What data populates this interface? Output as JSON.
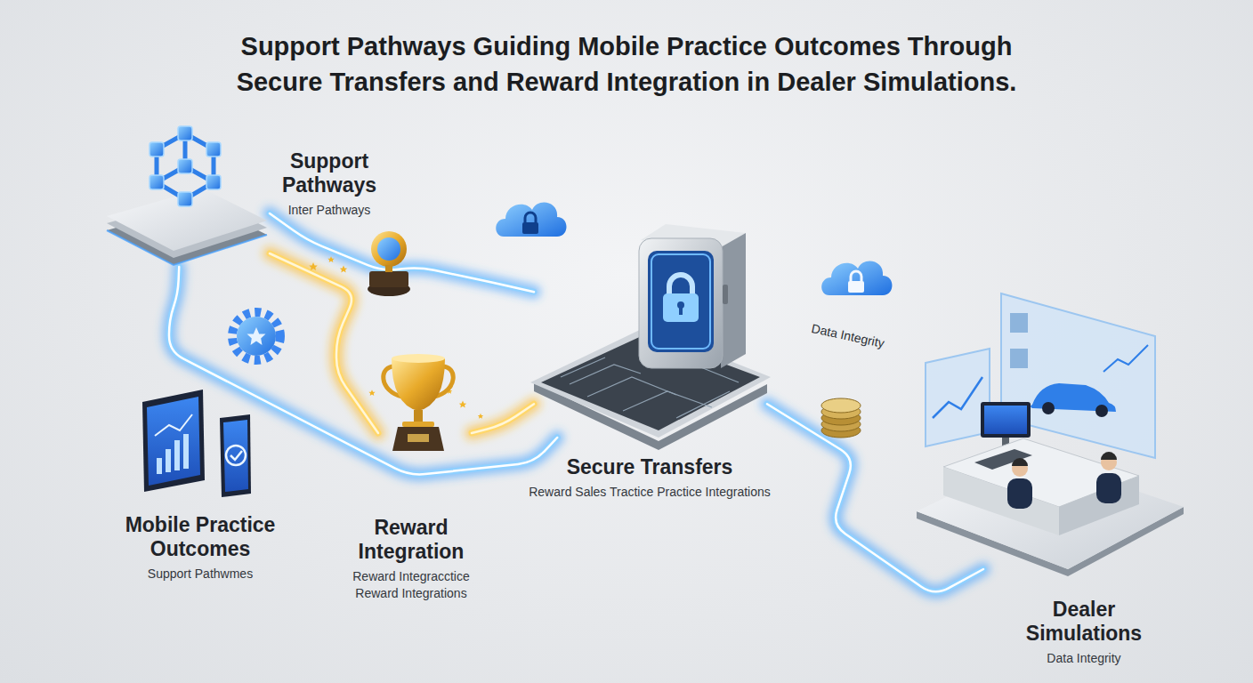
{
  "diagram": {
    "title": "Support Pathways Guiding Mobile Practice Outcomes Through Secure Transfers and Reward Integration in Dealer Simulations.",
    "nodes": [
      {
        "text": [
          "Support Pathways",
          "Inter Pathways"
        ]
      },
      {
        "text": [
          "Mobile Practice Outcomes",
          "Support Pathwmes"
        ]
      },
      {
        "text": [
          "Reward Integration",
          "Reward Integracctice Reward Integrations"
        ]
      },
      {
        "text": [
          "Secure Transfers",
          "Reward Sales Tractice Practice Integrations"
        ]
      },
      {
        "text": [
          "Dealer Simulations",
          "Data Integrity"
        ]
      }
    ],
    "edges": [
      {
        "from": 0,
        "to": 2,
        "arrow": "none"
      },
      {
        "from": 2,
        "to": 3,
        "arrow": "none"
      },
      {
        "from": 0,
        "to": 3,
        "arrow": "none"
      },
      {
        "from": 0,
        "to": 3,
        "arrow": "none"
      },
      {
        "from": 3,
        "to": 4,
        "arrow": "none"
      }
    ],
    "labels": [
      "Data Integrity"
    ]
  }
}
